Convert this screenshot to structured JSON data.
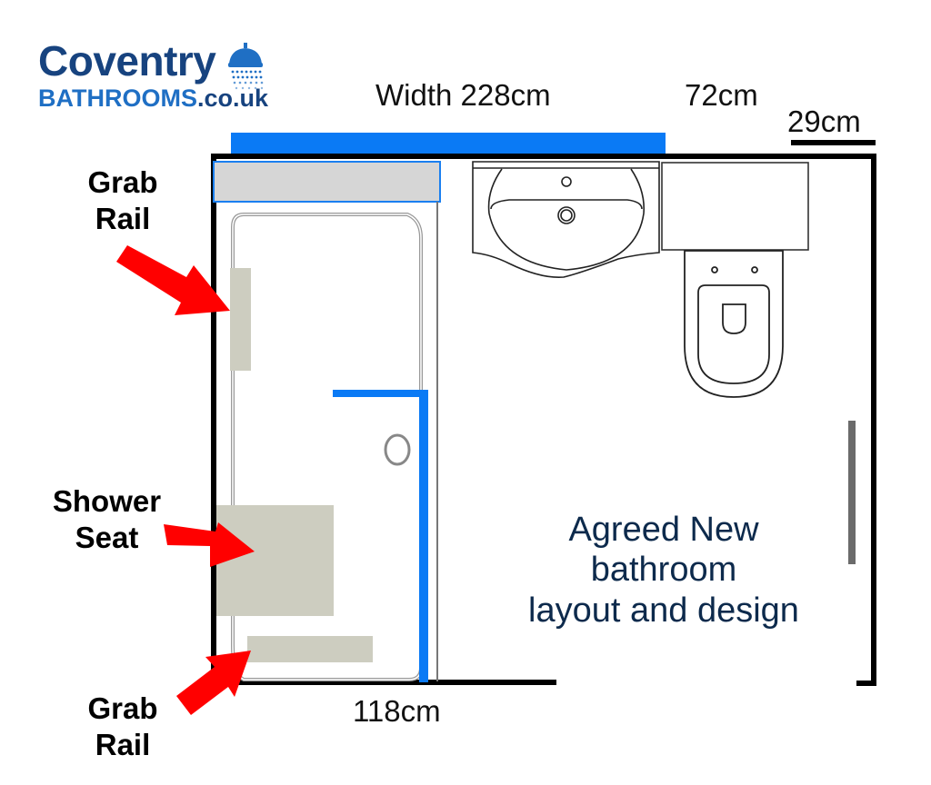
{
  "logo": {
    "line1": "Coventry",
    "line2_brand": "BATHROOMS",
    "line2_domain": ".co.uk",
    "icon": "shower-head-icon",
    "colors": {
      "primary": "#17437f",
      "accent": "#1f6fc4"
    }
  },
  "dimensions": {
    "width": "Width 228cm",
    "basin_wc": "72cm",
    "return": "29cm",
    "bottom": "118cm"
  },
  "callouts": [
    {
      "id": "grab-rail-upper",
      "line1": "Grab",
      "line2": "Rail"
    },
    {
      "id": "shower-seat",
      "line1": "Shower",
      "line2": "Seat"
    },
    {
      "id": "grab-rail-lower",
      "line1": "Grab",
      "line2": "Rail"
    }
  ],
  "caption": {
    "line1": "Agreed New",
    "line2": "bathroom",
    "line3": "layout and design"
  },
  "fixtures": [
    "shower-tray",
    "shower-screen",
    "shower-shelf",
    "basin-vanity",
    "wc-cistern-unit",
    "toilet",
    "radiator",
    "grab-rail-upper",
    "grab-rail-lower",
    "shower-seat"
  ],
  "colors": {
    "wall": "#000000",
    "blue_marker": "#0a7af5",
    "fixture_fill": "#cdcdc0",
    "shelf_fill": "#d6d6d6",
    "arrow": "#ff0000",
    "radiator": "#6b6b6b"
  }
}
